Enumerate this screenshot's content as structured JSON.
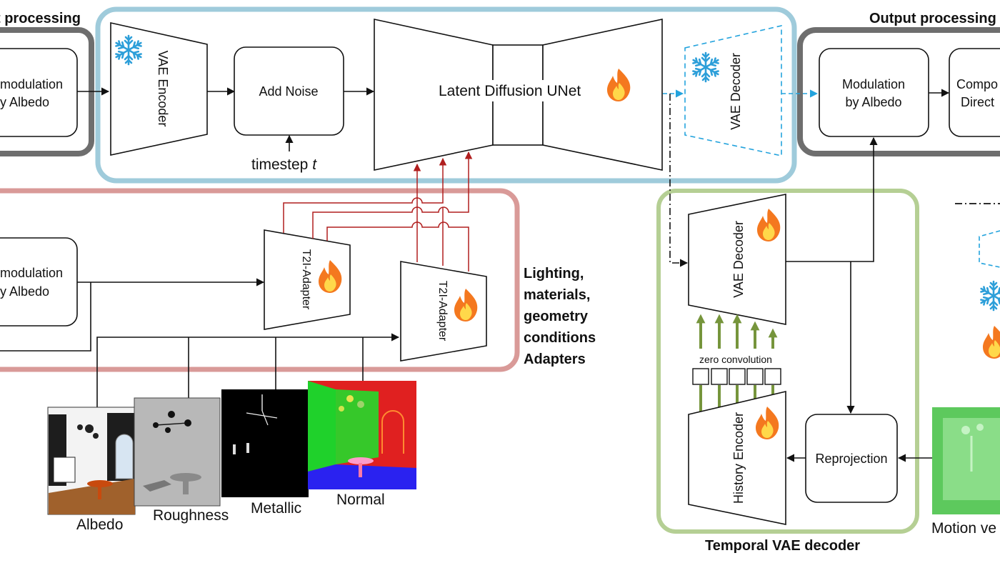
{
  "headings": {
    "input_processing": "t processing",
    "output_processing": "Output processing",
    "temporal_vae": "Temporal VAE decoder",
    "adapters_caption": [
      "Lighting,",
      "materials,",
      "geometry",
      "conditions",
      "Adapters"
    ]
  },
  "boxes": {
    "demod_top": [
      "modulation",
      "y Albedo"
    ],
    "demod_mid": [
      "modulation",
      "y Albedo"
    ],
    "vae_encoder": "VAE Encoder",
    "add_noise": "Add Noise",
    "timestep": "timestep",
    "timestep_var": "t",
    "unet": "Latent Diffusion UNet",
    "vae_decoder_frozen": "VAE Decoder",
    "modulation_out": [
      "Modulation",
      "by Albedo"
    ],
    "compose": [
      "Compo",
      "Direct"
    ],
    "t2i_adapter_1": "T2I-Adapter",
    "t2i_adapter_2": "T2I-Adapter",
    "vae_decoder_trainable": "VAE Decoder",
    "zero_convolution": "zero convolution",
    "history_encoder": "History Encoder",
    "reprojection": "Reprojection"
  },
  "images": {
    "albedo": "Albedo",
    "roughness": "Roughness",
    "metallic": "Metallic",
    "normal": "Normal",
    "motion": "Motion ve"
  },
  "colors": {
    "frozen_group": "#9fcbdb",
    "adapters_group": "#d99a98",
    "temporal_group": "#b5cf94",
    "io_group": "#6e6e6e",
    "adapter_arrow": "#b01e1e",
    "zero_conv_arrow": "#76953c",
    "frozen_decoder": "#23a3dd",
    "snowflake": "#2d9fd9",
    "flame": "#f4781f"
  },
  "icons": {
    "frozen": "snowflake-icon",
    "trainable": "flame-icon"
  }
}
